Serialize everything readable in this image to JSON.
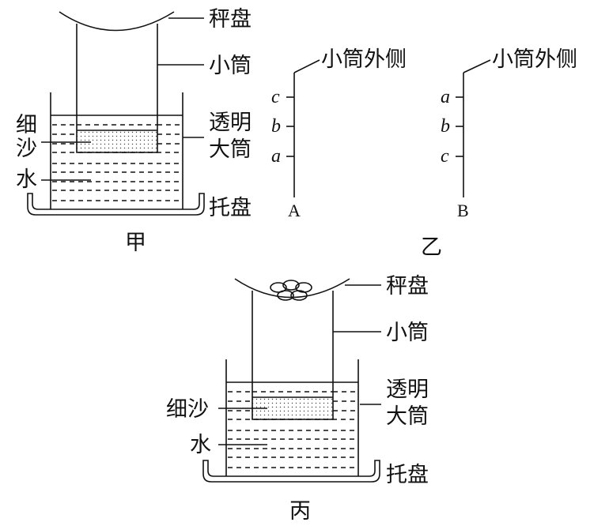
{
  "figure_jia": {
    "caption": "甲",
    "labels": {
      "scale_pan": "秤盘",
      "small_tube": "小筒",
      "big_tube_1": "透明",
      "big_tube_2": "大筒",
      "sand_1": "细",
      "sand_2": "沙",
      "water": "水",
      "tray": "托盘"
    }
  },
  "figure_yi": {
    "caption": "乙",
    "option_a": {
      "name": "A",
      "label": "小筒外侧",
      "marks": [
        "c",
        "b",
        "a"
      ]
    },
    "option_b": {
      "name": "B",
      "label": "小筒外侧",
      "marks": [
        "a",
        "b",
        "c"
      ]
    }
  },
  "figure_bing": {
    "caption": "丙",
    "labels": {
      "scale_pan": "秤盘",
      "small_tube": "小筒",
      "big_tube_1": "透明",
      "big_tube_2": "大筒",
      "sand": "细沙",
      "water": "水",
      "tray": "托盘"
    }
  }
}
